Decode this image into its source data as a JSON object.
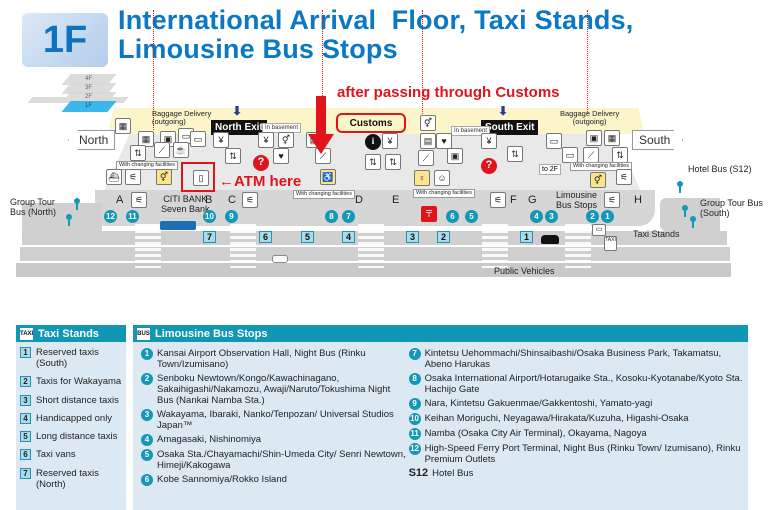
{
  "header": {
    "floor": "1F",
    "title_line1": "International Arrival  Floor, Taxi Stands,",
    "title_line2": "Limousine Bus Stops",
    "floor_stack": [
      "4F",
      "3F",
      "2F",
      "1F"
    ],
    "active_floor": "1F"
  },
  "map": {
    "directions": {
      "north": "North",
      "south": "South"
    },
    "exits": {
      "north": "North Exit",
      "south": "South Exit"
    },
    "in_basement": "In basement",
    "customs": "Customs",
    "baggage_delivery": "Baggage Delivery\n(outgoing)",
    "with_changing_facilities": "With changing facilities",
    "to_2f": "to 2F",
    "gates": [
      "A",
      "B",
      "C",
      "D",
      "E",
      "F",
      "G",
      "H"
    ],
    "banks": [
      "CITI BANK",
      "Seven Bank"
    ],
    "labels": {
      "group_tour_north": "Group Tour\nBus (North)",
      "group_tour_south": "Group Tour Bus\n(South)",
      "hotel_bus": "Hotel Bus (S12)",
      "limousine_bus_stops": "Limousine\nBus Stops",
      "taxi_stands": "Taxi Stands",
      "public_vehicles": "Public Vehicles"
    },
    "annotations": {
      "atm": "←ATM here",
      "after_customs": "after passing through Customs"
    },
    "bus_stop_numbers": [
      "12",
      "11",
      "10",
      "9",
      "8",
      "7",
      "6",
      "5",
      "4",
      "3",
      "2",
      "1"
    ],
    "taxi_stand_numbers": [
      "7",
      "6",
      "5",
      "4",
      "3",
      "2",
      "1"
    ]
  },
  "legend": {
    "taxi": {
      "title": "Taxi Stands",
      "icon": "TAXI",
      "items": [
        {
          "num": "1",
          "label": "Reserved taxis (South)"
        },
        {
          "num": "2",
          "label": "Taxis for Wakayama"
        },
        {
          "num": "3",
          "label": "Short distance taxis"
        },
        {
          "num": "4",
          "label": "Handicapped only"
        },
        {
          "num": "5",
          "label": "Long distance taxis"
        },
        {
          "num": "6",
          "label": "Taxi vans"
        },
        {
          "num": "7",
          "label": "Reserved taxis (North)"
        }
      ]
    },
    "bus": {
      "title": "Limousine Bus Stops",
      "icon": "BUS",
      "items": [
        {
          "num": "1",
          "label": "Kansai Airport Observation Hall, Night Bus (Rinku Town/Izumisano)"
        },
        {
          "num": "2",
          "label": "Senboku Newtown/Kongo/Kawachinagano, Sakaihigashi/Nakamozu, Awaji/Naruto/Tokushima Night Bus (Nankai Namba Sta.)"
        },
        {
          "num": "3",
          "label": "Wakayama, Ibaraki, Nanko/Tenpozan/ Universal Studios Japan™"
        },
        {
          "num": "4",
          "label": "Amagasaki, Nishinomiya"
        },
        {
          "num": "5",
          "label": "Osaka Sta./Chayamachi/Shin-Umeda City/ Senri Newtown, Himeji/Kakogawa"
        },
        {
          "num": "6",
          "label": "Kobe Sannomiya/Rokko Island"
        },
        {
          "num": "7",
          "label": "Kintetsu Uehommachi/Shinsaibashi/Osaka Business Park, Takamatsu, Abeno Harukas"
        },
        {
          "num": "8",
          "label": "Osaka International Airport/Hotarugaike Sta., Kosoku-Kyotanabe/Kyoto Sta. Hachijo Gate"
        },
        {
          "num": "9",
          "label": "Nara, Kintetsu Gakuenmae/Gakkentoshi, Yamato-yagi"
        },
        {
          "num": "10",
          "label": "Keihan Moriguchi, Neyagawa/Hirakata/Kuzuha, Higashi-Osaka"
        },
        {
          "num": "11",
          "label": "Namba (Osaka City Air Terminal), Okayama, Nagoya"
        },
        {
          "num": "12",
          "label": "High-Speed Ferry Port Terminal, Night Bus (Rinku Town/ Izumisano), Rinku Premium Outlets"
        }
      ],
      "hotel_bus": {
        "code": "S12",
        "label": "Hotel Bus"
      }
    }
  },
  "colors": {
    "title_blue": "#0a78c4",
    "annotation_red": "#e0141a",
    "legend_teal": "#0f97b3",
    "legend_bg": "#dce9f3",
    "baggage_band": "#fbf5c9"
  }
}
